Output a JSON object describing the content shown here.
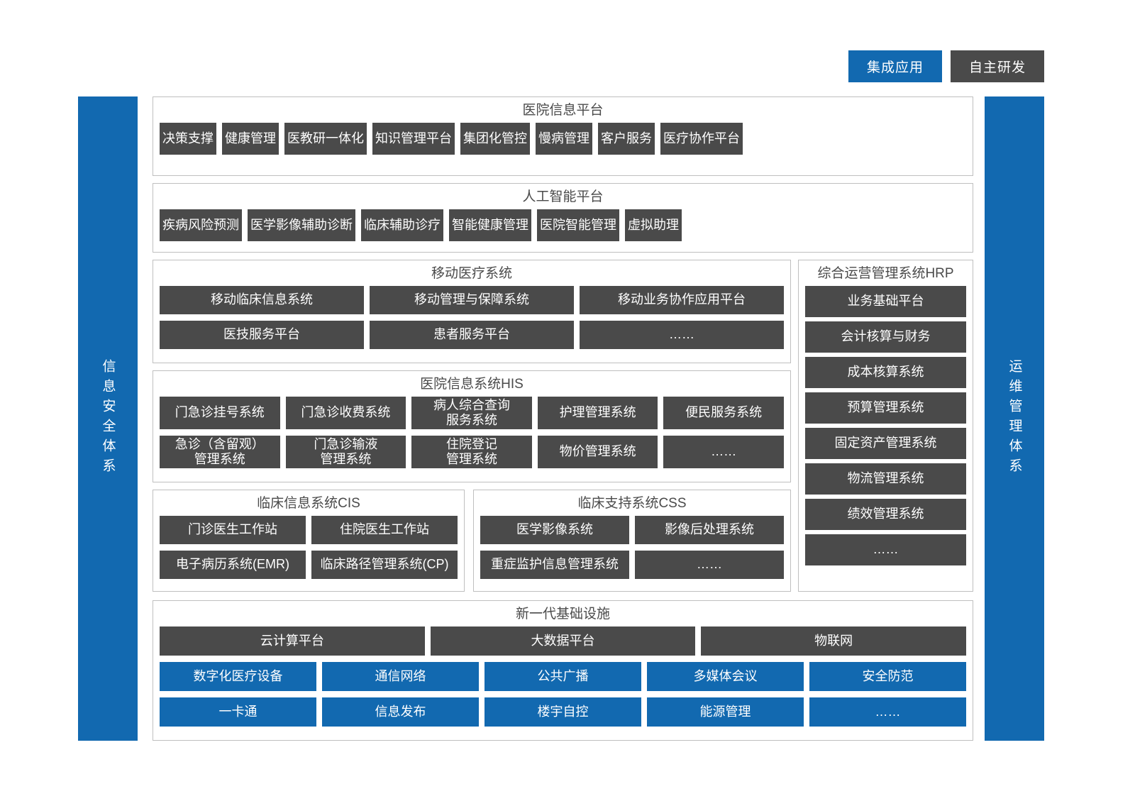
{
  "legend": {
    "integrated_label": "集成应用",
    "self_developed_label": "自主研发",
    "integrated_color": "#1269b0",
    "self_developed_color": "#4a4a4a"
  },
  "side_bars": {
    "left": {
      "label": "信息安全体系"
    },
    "right": {
      "label": "运维管理体系"
    }
  },
  "panels": {
    "hospital_info_platform": {
      "title": "医院信息平台",
      "rows": [
        [
          {
            "label": "决策支撑",
            "type": "self"
          },
          {
            "label": "健康管理",
            "type": "self"
          },
          {
            "label": "医教研一体化",
            "type": "self"
          },
          {
            "label": "知识管理平台",
            "type": "self"
          },
          {
            "label": "集团化管控",
            "type": "self"
          },
          {
            "label": "慢病管理",
            "type": "self"
          },
          {
            "label": "客户服务",
            "type": "self"
          },
          {
            "label": "医疗协作平台",
            "type": "self"
          }
        ]
      ]
    },
    "ai_platform": {
      "title": "人工智能平台",
      "rows": [
        [
          {
            "label": "疾病风险预测",
            "type": "self"
          },
          {
            "label": "医学影像辅助诊断",
            "type": "self"
          },
          {
            "label": "临床辅助诊疗",
            "type": "self"
          },
          {
            "label": "智能健康管理",
            "type": "self"
          },
          {
            "label": "医院智能管理",
            "type": "self"
          },
          {
            "label": "虚拟助理",
            "type": "self"
          }
        ]
      ]
    },
    "mobile_medical": {
      "title": "移动医疗系统",
      "rows": [
        [
          {
            "label": "移动临床信息系统",
            "type": "self"
          },
          {
            "label": "移动管理与保障系统",
            "type": "self"
          },
          {
            "label": "移动业务协作应用平台",
            "type": "self"
          }
        ],
        [
          {
            "label": "医技服务平台",
            "type": "self"
          },
          {
            "label": "患者服务平台",
            "type": "self"
          },
          {
            "label": "……",
            "type": "self"
          }
        ]
      ]
    },
    "his": {
      "title": "医院信息系统HIS",
      "rows": [
        [
          {
            "label": "门急诊挂号系统",
            "type": "self"
          },
          {
            "label": "门急诊收费系统",
            "type": "self"
          },
          {
            "label": "病人综合查询\n服务系统",
            "type": "self"
          },
          {
            "label": "护理管理系统",
            "type": "self"
          },
          {
            "label": "便民服务系统",
            "type": "self"
          }
        ],
        [
          {
            "label": "急诊（含留观）\n管理系统",
            "type": "self"
          },
          {
            "label": "门急诊输液\n管理系统",
            "type": "self"
          },
          {
            "label": "住院登记\n管理系统",
            "type": "self"
          },
          {
            "label": "物价管理系统",
            "type": "self"
          },
          {
            "label": "……",
            "type": "self"
          }
        ]
      ]
    },
    "cis": {
      "title": "临床信息系统CIS",
      "rows": [
        [
          {
            "label": "门诊医生工作站",
            "type": "self"
          },
          {
            "label": "住院医生工作站",
            "type": "self"
          }
        ],
        [
          {
            "label": "电子病历系统(EMR)",
            "type": "self"
          },
          {
            "label": "临床路径管理系统(CP)",
            "type": "self"
          }
        ]
      ]
    },
    "css": {
      "title": "临床支持系统CSS",
      "rows": [
        [
          {
            "label": "医学影像系统",
            "type": "self"
          },
          {
            "label": "影像后处理系统",
            "type": "self"
          }
        ],
        [
          {
            "label": "重症监护信息管理系统",
            "type": "self"
          },
          {
            "label": "……",
            "type": "self"
          }
        ]
      ]
    },
    "hrp": {
      "title": "综合运营管理系统HRP",
      "items": [
        {
          "label": "业务基础平台",
          "type": "self"
        },
        {
          "label": "会计核算与财务",
          "type": "self"
        },
        {
          "label": "成本核算系统",
          "type": "self"
        },
        {
          "label": "预算管理系统",
          "type": "self"
        },
        {
          "label": "固定资产管理系统",
          "type": "self"
        },
        {
          "label": "物流管理系统",
          "type": "self"
        },
        {
          "label": "绩效管理系统",
          "type": "self"
        },
        {
          "label": "……",
          "type": "self"
        }
      ]
    },
    "infrastructure": {
      "title": "新一代基础设施",
      "rows": [
        [
          {
            "label": "云计算平台",
            "type": "self"
          },
          {
            "label": "大数据平台",
            "type": "self"
          },
          {
            "label": "物联网",
            "type": "self"
          }
        ],
        [
          {
            "label": "数字化医疗设备",
            "type": "integrated"
          },
          {
            "label": "通信网络",
            "type": "integrated"
          },
          {
            "label": "公共广播",
            "type": "integrated"
          },
          {
            "label": "多媒体会议",
            "type": "integrated"
          },
          {
            "label": "安全防范",
            "type": "integrated"
          }
        ],
        [
          {
            "label": "一卡通",
            "type": "integrated"
          },
          {
            "label": "信息发布",
            "type": "integrated"
          },
          {
            "label": "楼宇自控",
            "type": "integrated"
          },
          {
            "label": "能源管理",
            "type": "integrated"
          },
          {
            "label": "……",
            "type": "integrated"
          }
        ]
      ]
    }
  }
}
